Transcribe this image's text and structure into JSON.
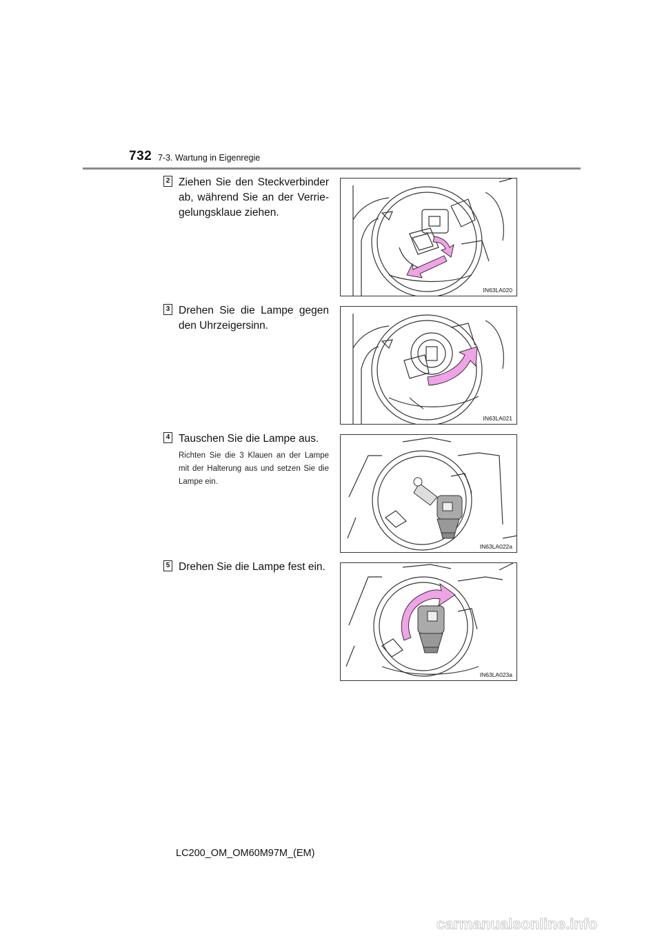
{
  "header": {
    "page_number": "732",
    "section": "7-3. Wartung in Eigenregie"
  },
  "steps": [
    {
      "badge": "2",
      "text": "Ziehen Sie den Steckverbinder ab, während Sie an der Verrie-gelungsklaue ziehen.",
      "note": "",
      "figure_code": "IN63LA020"
    },
    {
      "badge": "3",
      "text": "Drehen Sie die Lampe gegen den Uhrzeigersinn.",
      "note": "",
      "figure_code": "IN63LA021"
    },
    {
      "badge": "4",
      "text": "Tauschen Sie die Lampe aus.",
      "note": "Richten Sie die 3 Klauen an der Lampe mit der Halterung aus und setzen Sie die Lampe ein.",
      "figure_code": "IN63LA022a"
    },
    {
      "badge": "5",
      "text": "Drehen Sie die Lampe fest ein.",
      "note": "",
      "figure_code": "IN63LA023a"
    }
  ],
  "footer": {
    "doc_code": "LC200_OM_OM60M97M_(EM)",
    "watermark": "carmanualsonline.info"
  },
  "colors": {
    "arrow_pink": "#f0a3e6",
    "line": "#333333",
    "rule": "#8a8a8a"
  }
}
